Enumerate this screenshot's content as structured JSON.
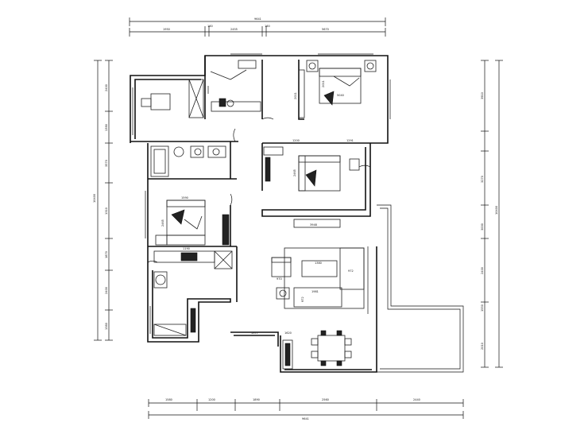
{
  "dimensions": {
    "top_total": "9641",
    "top_segments": [
      "1950",
      "2455",
      "5670"
    ],
    "top_small": [
      "160",
      "160"
    ],
    "bottom_total": "9641",
    "bottom_segments": [
      "1580",
      "1200",
      "1890",
      "2560",
      "2440"
    ],
    "left_total": "10400",
    "left_segments": [
      "2400",
      "1390",
      "3570",
      "1310",
      "1870",
      "2400",
      "1380"
    ],
    "right_total": "10400",
    "right_segments": [
      "3910",
      "3270",
      "3000",
      "2400",
      "1550",
      "2010"
    ]
  },
  "rooms": {
    "master_bed_h": "2011",
    "master_bed_w": "2011",
    "master_bed_label": "5040",
    "sofa_w": "1291",
    "sofa_depth": "1200",
    "sofa_side": "2465",
    "second_bed": "1590",
    "second_bed_side": "2465",
    "counter": "1190",
    "kitchen_counter": "1190",
    "tv_cabinet": "3948",
    "coffee_table": "1380",
    "table_side": "972",
    "sofa_main": "1981",
    "sofa_left": "972",
    "chair": "970",
    "sideboard": "1377",
    "dining": "1620"
  }
}
